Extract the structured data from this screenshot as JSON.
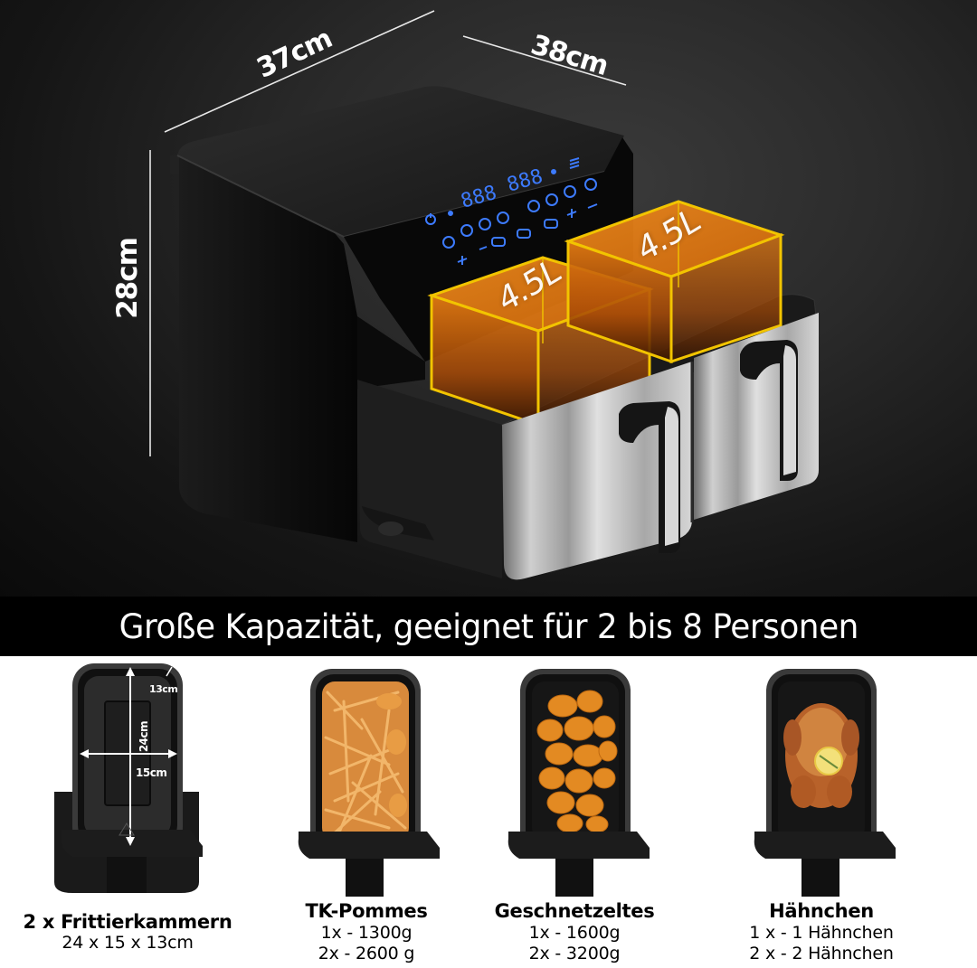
{
  "product": {
    "dimensions": {
      "width": "37cm",
      "depth": "38cm",
      "height": "28cm"
    },
    "baskets": [
      {
        "volume": "4.5L"
      },
      {
        "volume": "4.5L"
      }
    ],
    "control_panel": {
      "display_left": "888",
      "display_right": "888",
      "icons": [
        "power-icon",
        "menu-icon",
        "plus-icon",
        "minus-icon",
        "preset-icons"
      ]
    },
    "colors": {
      "background": "#1a1a1a",
      "panel_led": "#2f6bff",
      "volume_box": "#e07a10",
      "volume_edge": "#f2c400",
      "banner_bg": "#000000"
    }
  },
  "banner": {
    "text": "Große Kapazität, geeignet für 2 bis 8 Personen"
  },
  "features": [
    {
      "title": "2 x Frittierkammern",
      "lines": [
        "24 x 15 x 13cm"
      ],
      "basket_content": "empty",
      "basket_dims": {
        "length": "24cm",
        "width": "15cm",
        "height": "13cm"
      }
    },
    {
      "title": "TK-Pommes",
      "lines": [
        "1x - 1300g",
        "2x - 2600 g"
      ],
      "basket_content": "fries"
    },
    {
      "title": "Geschnetzeltes",
      "lines": [
        "1x - 1600g",
        "2x - 3200g"
      ],
      "basket_content": "nuggets"
    },
    {
      "title": "Hähnchen",
      "lines": [
        "1 x - 1 Hähnchen",
        "2 x - 2 Hähnchen"
      ],
      "basket_content": "chicken"
    }
  ]
}
